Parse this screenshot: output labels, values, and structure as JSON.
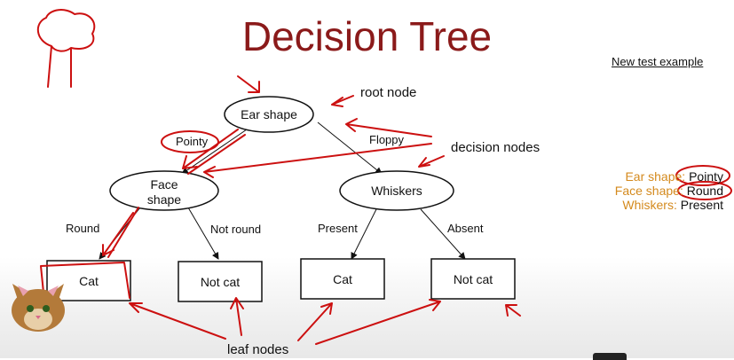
{
  "title": "Decision Tree",
  "annotations": {
    "root_node": "root node",
    "decision_nodes": "decision nodes",
    "leaf_nodes": "leaf nodes"
  },
  "nodes": {
    "root": "Ear shape",
    "face": "Face shape",
    "whiskers": "Whiskers",
    "leaf1": "Cat",
    "leaf2": "Not cat",
    "leaf3": "Cat",
    "leaf4": "Not cat"
  },
  "edges": {
    "pointy": "Pointy",
    "floppy": "Floppy",
    "round": "Round",
    "not_round": "Not round",
    "present": "Present",
    "absent": "Absent"
  },
  "test_example": {
    "heading": "New test example",
    "rows": [
      {
        "key": "Ear shape:",
        "value": "Pointy"
      },
      {
        "key": "Face shape:",
        "value": "Round"
      },
      {
        "key": "Whiskers:",
        "value": "Present"
      }
    ]
  },
  "colors": {
    "title": "#8b1a1a",
    "ink": "#cc1010",
    "feature_key": "#d48a1e"
  }
}
